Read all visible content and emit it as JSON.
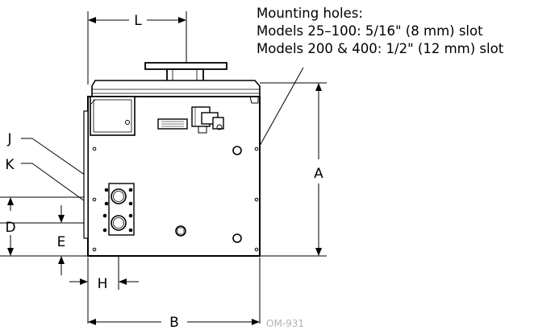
{
  "note": {
    "title": "Mounting holes:",
    "line1": "Models 25–100: 5/16\" (8 mm) slot",
    "line2": "Models 200 & 400: 1/2\" (12 mm) slot"
  },
  "dimensions": {
    "L": "L",
    "A": "A",
    "B": "B",
    "D": "D",
    "E": "E",
    "H": "H",
    "J": "J",
    "K": "K"
  },
  "figure_code": "OM-931"
}
